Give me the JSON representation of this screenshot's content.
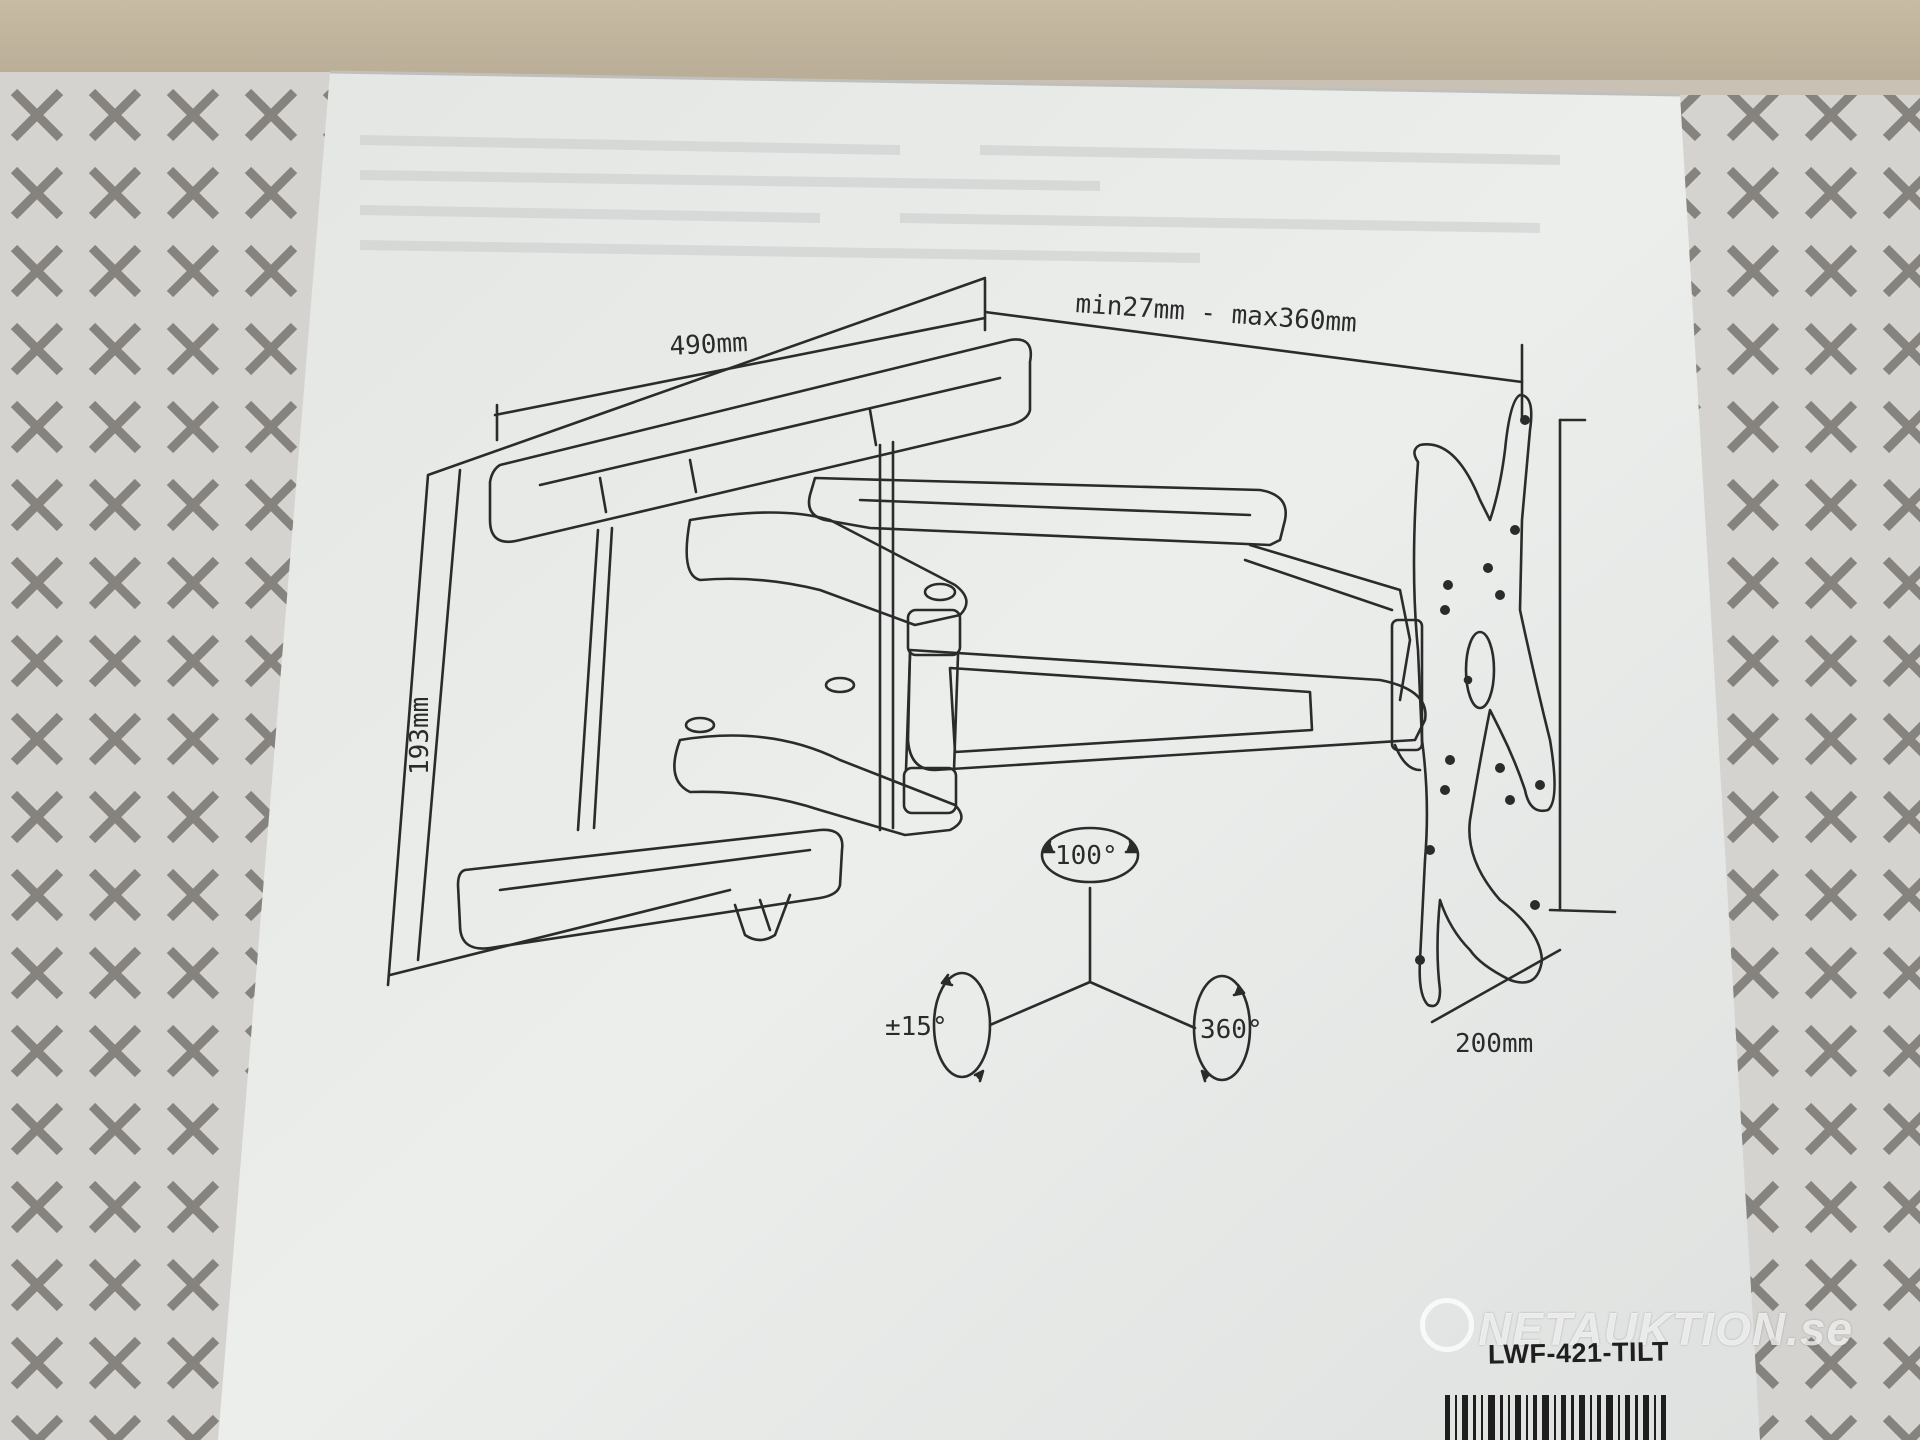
{
  "dimensions": {
    "width_label": "490mm",
    "extension_label": "min27mm - max360mm",
    "height_label": "193mm",
    "vesa_label": "200mm"
  },
  "motion": {
    "tilt_label": "100°",
    "rotation_left_label": "±15°",
    "rotation_right_label": "360°"
  },
  "product": {
    "model": "LWF-421-TILT"
  },
  "watermark": {
    "text": "NETAUKTION.se"
  },
  "colors": {
    "paper": "#e9ebe9",
    "box_background": "#d2d0cc",
    "pattern": "#7d7a76",
    "ink": "#2b2b2b"
  }
}
